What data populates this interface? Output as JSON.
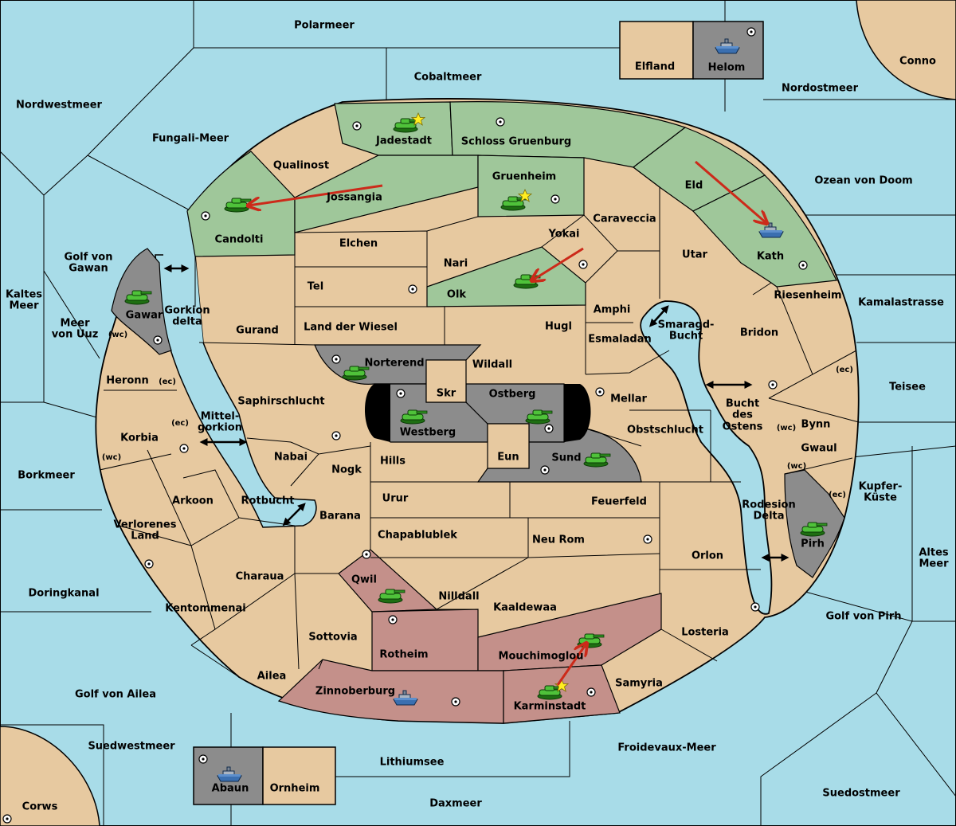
{
  "colors": {
    "sea": "#a8dce8",
    "land": "#e7c9a0",
    "green_power": "#9fc79a",
    "red_power": "#c4908a",
    "grey_power": "#8c8c8c",
    "order_arrow": "#cc2a1a"
  },
  "icons": {
    "army": "tank-icon",
    "fleet": "ship-icon",
    "supply_center": "supply-center-dot-icon",
    "home_star": "star-icon",
    "convoy_link": "double-arrow-icon"
  },
  "seas": [
    "Polarmeer",
    "Cobaltmeer",
    "Nordostmeer",
    "Nordwestmeer",
    "Fungali-Meer",
    "Ozean von Doom",
    "Golf von Gawan",
    "Kaltes Meer",
    "Meer von Uuz",
    "Kamalastrasse",
    "Teisee",
    "Borkmeer",
    "Kupfer- Küste",
    "Altes Meer",
    "Doringkanal",
    "Golf von Pirh",
    "Golf von Ailea",
    "Suedwestmeer",
    "Lithiumsee",
    "Froidevaux-Meer",
    "Daxmeer",
    "Suedostmeer",
    "Mittel- gorkion",
    "Bucht des Ostens",
    "Smaragd- Bucht",
    "Rotbucht",
    "Gorkion delta",
    "Rodesion Delta"
  ],
  "territories": [
    "Elfland",
    "Helom",
    "Conno",
    "Corws",
    "Abaun",
    "Ornheim",
    "Jadestadt",
    "Schloss Gruenburg",
    "Qualinost",
    "Jossangia",
    "Candolti",
    "Gruenheim",
    "Eld",
    "Kath",
    "Olk",
    "Elchen",
    "Caraveccia",
    "Yokai",
    "Nari",
    "Tel",
    "Utar",
    "Riesenheim",
    "Amphi",
    "Land der Wiesel",
    "Hugl",
    "Gurand",
    "Gawar",
    "Esmaladan",
    "Bridon",
    "Norterend",
    "Wildall",
    "Skr",
    "Ostberg",
    "Westberg",
    "Mellar",
    "Saphirschlucht",
    "Heronn",
    "Korbia",
    "Obstschlucht",
    "Bynn",
    "Gwaul",
    "Nabai",
    "Hills",
    "Eun",
    "Sund",
    "Nogk",
    "Arkoon",
    "Verlorenes Land",
    "Urur",
    "Feuerfeld",
    "Barana",
    "Chapablublek",
    "Neu Rom",
    "Orlon",
    "Pirh",
    "Charaua",
    "Qwil",
    "Nilldall",
    "Kaaldewaa",
    "Kentommenai",
    "Losteria",
    "Sottovia",
    "Rotheim",
    "Mouchimoglou",
    "Ailea",
    "Zinnoberburg",
    "Samyria",
    "Karminstadt"
  ],
  "coast_tags": {
    "wc": "(wc)",
    "ec": "(ec)"
  }
}
